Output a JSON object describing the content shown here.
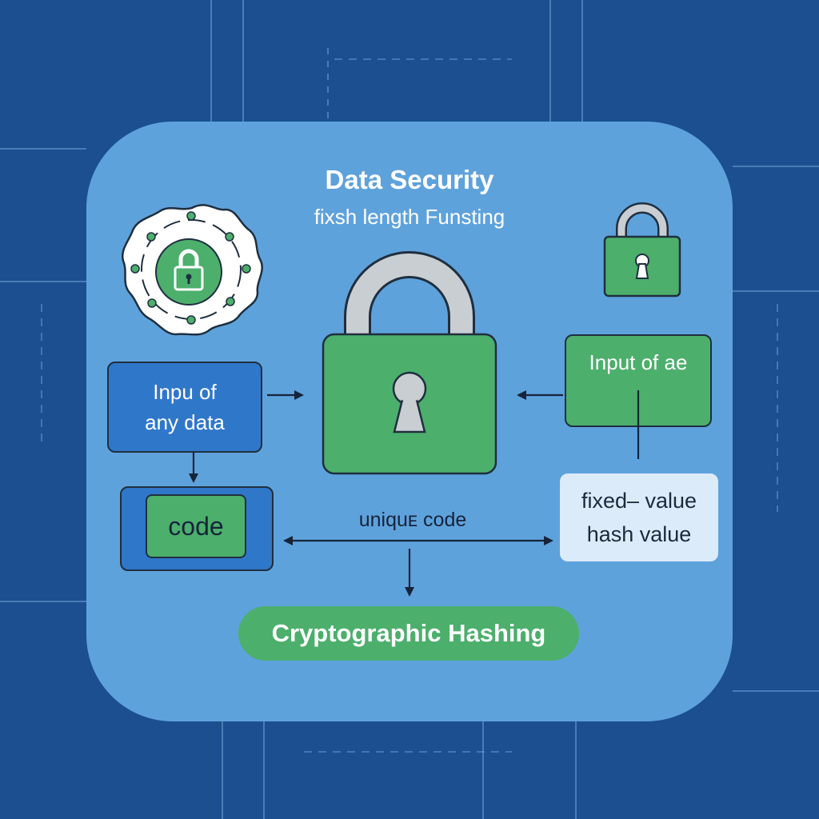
{
  "diagram": {
    "title": "Data Security",
    "subtitle": "fixsh length Funsting",
    "input_left": {
      "line1": "Inpu of",
      "line2": "any data"
    },
    "code_label": "code",
    "input_right": "Input of ae",
    "fixed_value": {
      "line1": "fixed– value",
      "line2": "hash value"
    },
    "unique_code_label": "uniquᴇ code",
    "bottom_label": "Cryptographic Hashing"
  },
  "colors": {
    "background": "#1b4f90",
    "card": "#5ea2dc",
    "lock_green": "#4caf6c",
    "shackle_gray": "#c9ced3",
    "input_blue": "#2f77c9",
    "light_box": "#dcebfa"
  },
  "icons": [
    "network-badge-icon",
    "small-padlock-icon",
    "padlock-icon",
    "padlock-icon",
    "arrow-icon"
  ]
}
